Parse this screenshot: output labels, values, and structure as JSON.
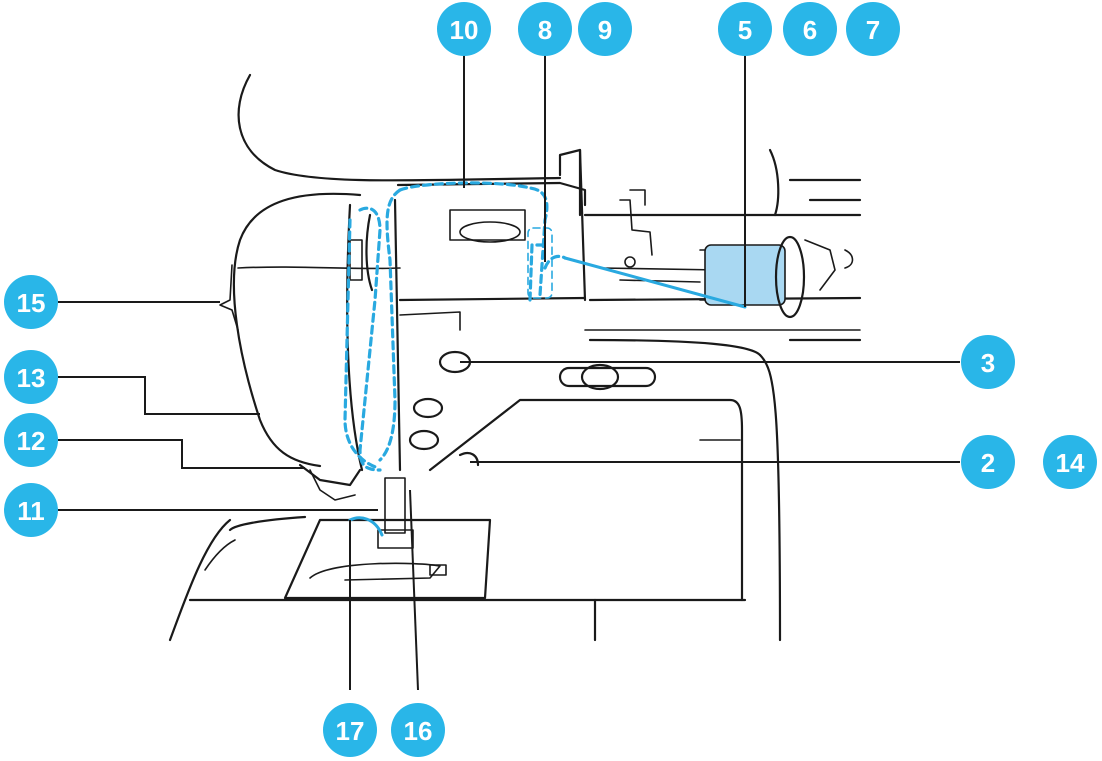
{
  "callouts": [
    {
      "id": "c10",
      "label": "10"
    },
    {
      "id": "c8",
      "label": "8"
    },
    {
      "id": "c9",
      "label": "9"
    },
    {
      "id": "c5",
      "label": "5"
    },
    {
      "id": "c6",
      "label": "6"
    },
    {
      "id": "c7",
      "label": "7"
    },
    {
      "id": "c15",
      "label": "15"
    },
    {
      "id": "c3",
      "label": "3"
    },
    {
      "id": "c13",
      "label": "13"
    },
    {
      "id": "c12",
      "label": "12"
    },
    {
      "id": "c2",
      "label": "2"
    },
    {
      "id": "c14",
      "label": "14"
    },
    {
      "id": "c11",
      "label": "11"
    },
    {
      "id": "c17",
      "label": "17"
    },
    {
      "id": "c16",
      "label": "16"
    }
  ],
  "colors": {
    "badge": "#29b6e8",
    "thread": "#29a9e0",
    "spool": "#a9d8f2",
    "outline": "#1a1a1a"
  },
  "icons": {
    "machine": "sewing-machine-illustration",
    "spool": "thread-spool-icon"
  }
}
